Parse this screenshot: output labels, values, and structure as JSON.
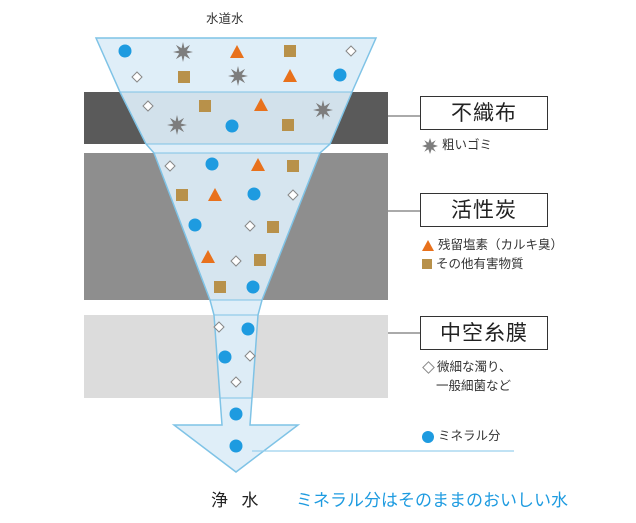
{
  "labels": {
    "input": "水道水",
    "filter1": "不織布",
    "filter2": "活性炭",
    "filter3": "中空糸膜",
    "output": "浄 水",
    "output_desc": "ミネラル分はそのままのおいしい水"
  },
  "legend": {
    "coarse_dust": "粗いゴミ",
    "residual_chlorine": "残留塩素（カルキ臭）",
    "other_harmful": "その他有害物質",
    "turbidity_line1": "微細な濁り、",
    "turbidity_line2": "一般細菌など",
    "minerals": "ミネラル分"
  },
  "colors": {
    "mineral": "#1e9be0",
    "chlorine": "#e8711c",
    "harmful": "#b8914a",
    "dust": "#7d7d7d",
    "turbidity": "#888888",
    "water": "#dcedf7",
    "funnel_edge": "#7fc3e6",
    "band1": "#5a5a5a",
    "band2": "#8e8e8e",
    "band3": "#dcdcdc"
  }
}
